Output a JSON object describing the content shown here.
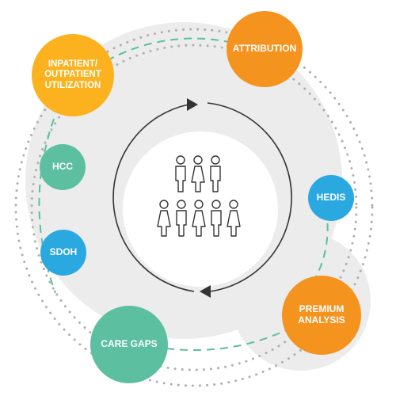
{
  "diagram": {
    "colors": {
      "orange": "#f5931f",
      "yellow": "#fbb21e",
      "teal": "#5cc0a0",
      "blue": "#2aa8e0",
      "gray_bg": "#ececec",
      "dots": "#b0b0b0",
      "dash": "#5cc0a0",
      "arrow": "#333333"
    },
    "center_icon": "people-group-icon",
    "nodes": [
      {
        "id": "attribution",
        "label": "ATTRIBUTION",
        "color": "orange"
      },
      {
        "id": "inpatient",
        "label": "INPATIENT/\nOUTPATIENT\nUTILIZATION",
        "color": "yellow"
      },
      {
        "id": "hcc",
        "label": "HCC",
        "color": "teal"
      },
      {
        "id": "sdoh",
        "label": "SDOH",
        "color": "blue"
      },
      {
        "id": "care-gaps",
        "label": "CARE GAPS",
        "color": "teal"
      },
      {
        "id": "hedis",
        "label": "HEDIS",
        "color": "blue"
      },
      {
        "id": "premium-analysis",
        "label": "PREMIUM\nANALYSIS",
        "color": "orange"
      }
    ]
  }
}
